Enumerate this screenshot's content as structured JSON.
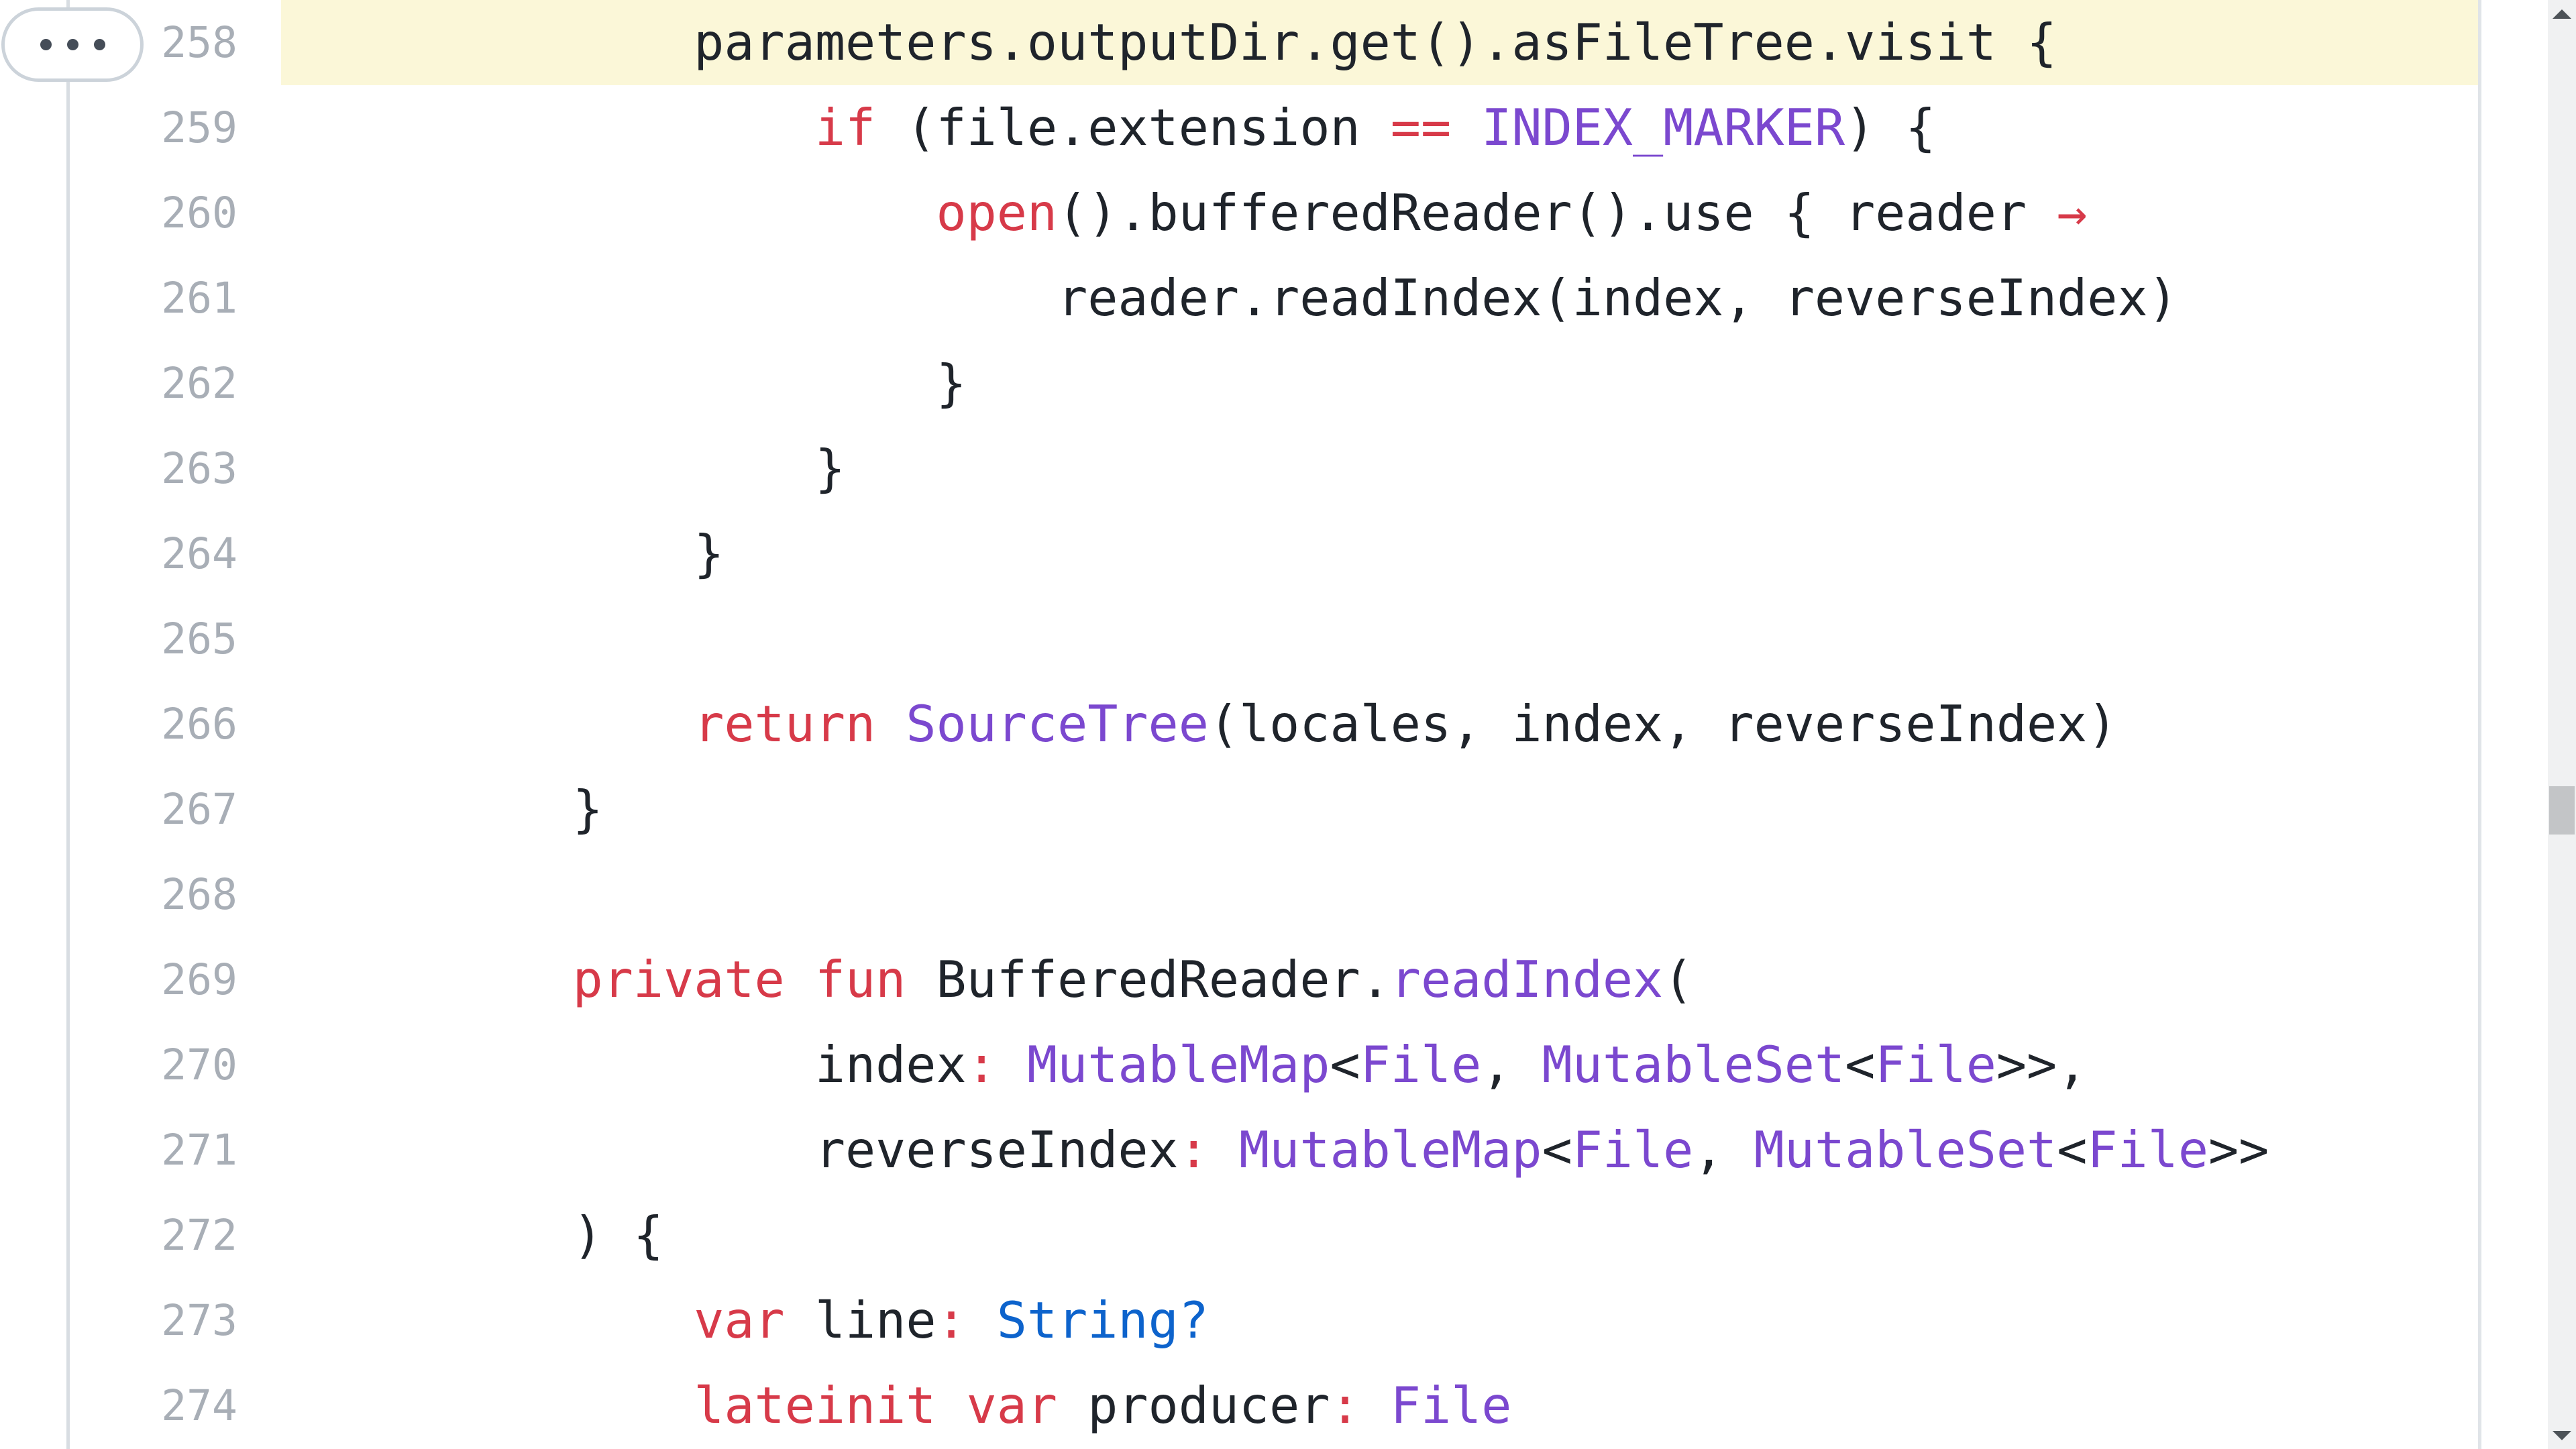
{
  "editor": {
    "language": "kotlin",
    "highlighted_line": "258",
    "highlight_color": "#fbf7d8",
    "colors": {
      "text": "#1f242b",
      "keyword": "#d73a49",
      "type": "#7b48cf",
      "constant": "#0d63cc",
      "line_number": "#a8aeb6"
    },
    "expand_button": {
      "icon": "ellipsis-icon",
      "label": "expand hidden lines"
    },
    "lines": [
      {
        "number": "258",
        "highlighted": true,
        "segments": [
          {
            "text": "        parameters.outputDir.get().asFileTree.visit {",
            "color": "text"
          }
        ]
      },
      {
        "number": "259",
        "highlighted": false,
        "segments": [
          {
            "text": "            ",
            "color": "text"
          },
          {
            "text": "if",
            "color": "keyword"
          },
          {
            "text": " (file.extension ",
            "color": "text"
          },
          {
            "text": "==",
            "color": "keyword"
          },
          {
            "text": " ",
            "color": "text"
          },
          {
            "text": "INDEX_MARKER",
            "color": "type"
          },
          {
            "text": ") {",
            "color": "text"
          }
        ]
      },
      {
        "number": "260",
        "highlighted": false,
        "segments": [
          {
            "text": "                ",
            "color": "text"
          },
          {
            "text": "open",
            "color": "keyword"
          },
          {
            "text": "().bufferedReader().use { reader ",
            "color": "text"
          },
          {
            "text": "→",
            "color": "keyword"
          }
        ]
      },
      {
        "number": "261",
        "highlighted": false,
        "segments": [
          {
            "text": "                    reader.readIndex(index, reverseIndex)",
            "color": "text"
          }
        ]
      },
      {
        "number": "262",
        "highlighted": false,
        "segments": [
          {
            "text": "                }",
            "color": "text"
          }
        ]
      },
      {
        "number": "263",
        "highlighted": false,
        "segments": [
          {
            "text": "            }",
            "color": "text"
          }
        ]
      },
      {
        "number": "264",
        "highlighted": false,
        "segments": [
          {
            "text": "        }",
            "color": "text"
          }
        ]
      },
      {
        "number": "265",
        "highlighted": false,
        "segments": []
      },
      {
        "number": "266",
        "highlighted": false,
        "segments": [
          {
            "text": "        ",
            "color": "text"
          },
          {
            "text": "return",
            "color": "keyword"
          },
          {
            "text": " ",
            "color": "text"
          },
          {
            "text": "SourceTree",
            "color": "type"
          },
          {
            "text": "(locales, index, reverseIndex)",
            "color": "text"
          }
        ]
      },
      {
        "number": "267",
        "highlighted": false,
        "segments": [
          {
            "text": "    }",
            "color": "text"
          }
        ]
      },
      {
        "number": "268",
        "highlighted": false,
        "segments": []
      },
      {
        "number": "269",
        "highlighted": false,
        "segments": [
          {
            "text": "    ",
            "color": "text"
          },
          {
            "text": "private",
            "color": "keyword"
          },
          {
            "text": " ",
            "color": "text"
          },
          {
            "text": "fun",
            "color": "keyword"
          },
          {
            "text": " BufferedReader.",
            "color": "text"
          },
          {
            "text": "readIndex",
            "color": "type"
          },
          {
            "text": "(",
            "color": "text"
          }
        ]
      },
      {
        "number": "270",
        "highlighted": false,
        "segments": [
          {
            "text": "            index",
            "color": "text"
          },
          {
            "text": ":",
            "color": "keyword"
          },
          {
            "text": " ",
            "color": "text"
          },
          {
            "text": "MutableMap",
            "color": "type"
          },
          {
            "text": "<",
            "color": "text"
          },
          {
            "text": "File",
            "color": "type"
          },
          {
            "text": ", ",
            "color": "text"
          },
          {
            "text": "MutableSet",
            "color": "type"
          },
          {
            "text": "<",
            "color": "text"
          },
          {
            "text": "File",
            "color": "type"
          },
          {
            "text": ">>,",
            "color": "text"
          }
        ]
      },
      {
        "number": "271",
        "highlighted": false,
        "segments": [
          {
            "text": "            reverseIndex",
            "color": "text"
          },
          {
            "text": ":",
            "color": "keyword"
          },
          {
            "text": " ",
            "color": "text"
          },
          {
            "text": "MutableMap",
            "color": "type"
          },
          {
            "text": "<",
            "color": "text"
          },
          {
            "text": "File",
            "color": "type"
          },
          {
            "text": ", ",
            "color": "text"
          },
          {
            "text": "MutableSet",
            "color": "type"
          },
          {
            "text": "<",
            "color": "text"
          },
          {
            "text": "File",
            "color": "type"
          },
          {
            "text": ">>",
            "color": "text"
          }
        ]
      },
      {
        "number": "272",
        "highlighted": false,
        "segments": [
          {
            "text": "    ) {",
            "color": "text"
          }
        ]
      },
      {
        "number": "273",
        "highlighted": false,
        "segments": [
          {
            "text": "        ",
            "color": "text"
          },
          {
            "text": "var",
            "color": "keyword"
          },
          {
            "text": " line",
            "color": "text"
          },
          {
            "text": ":",
            "color": "keyword"
          },
          {
            "text": " ",
            "color": "text"
          },
          {
            "text": "String?",
            "color": "constant"
          }
        ]
      },
      {
        "number": "274",
        "highlighted": false,
        "segments": [
          {
            "text": "        ",
            "color": "text"
          },
          {
            "text": "lateinit",
            "color": "keyword"
          },
          {
            "text": " ",
            "color": "text"
          },
          {
            "text": "var",
            "color": "keyword"
          },
          {
            "text": " producer",
            "color": "text"
          },
          {
            "text": ":",
            "color": "keyword"
          },
          {
            "text": " ",
            "color": "text"
          },
          {
            "text": "File",
            "color": "type"
          }
        ]
      }
    ]
  },
  "scrollbar": {
    "up_icon": "triangle-up-icon",
    "down_icon": "triangle-down-icon"
  }
}
